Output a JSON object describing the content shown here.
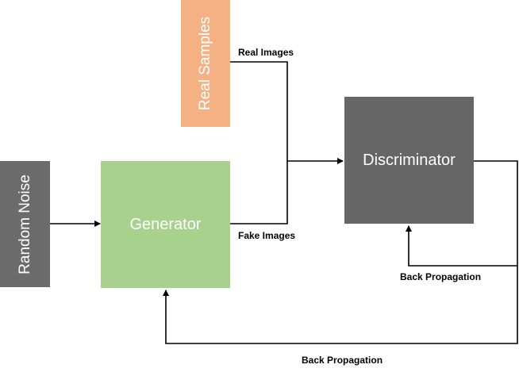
{
  "nodes": {
    "random_noise": {
      "label": "Random Noise",
      "color": "#6b6b6b"
    },
    "real_samples": {
      "label": "Real Samples",
      "color": "#f4b183"
    },
    "generator": {
      "label": "Generator",
      "color": "#a9d18e"
    },
    "discriminator": {
      "label": "Discriminator",
      "color": "#666666"
    }
  },
  "edges": {
    "real_images": "Real Images",
    "fake_images": "Fake Images",
    "back_propagation_discriminator": "Back Propagation",
    "back_propagation_generator": "Back Propagation"
  },
  "colors": {
    "arrow": "#000000"
  }
}
